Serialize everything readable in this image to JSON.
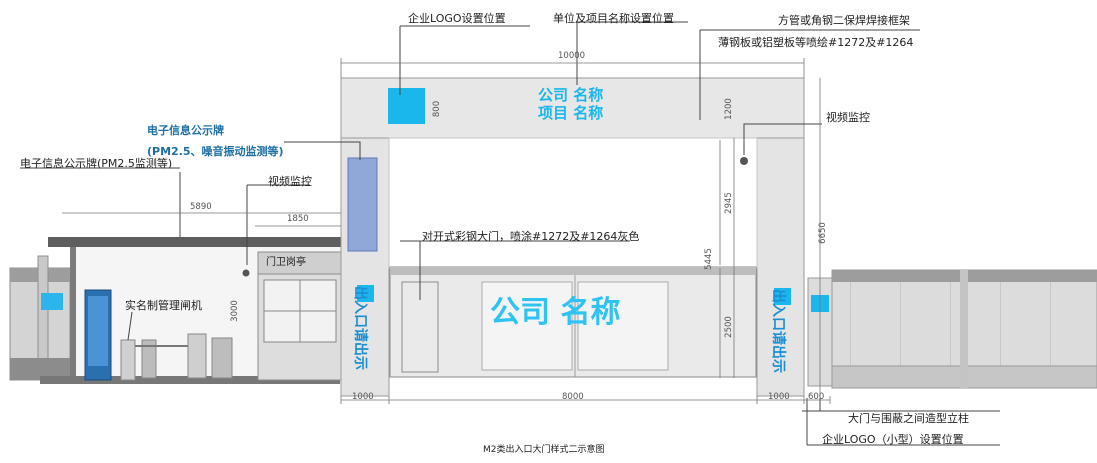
{
  "labels": {
    "logo_position": "企业LOGO设置位置",
    "name_position": "单位及项目名称设置位置",
    "frame_line1": "方管或角钢二保焊焊接框架",
    "frame_line2": "薄钢板或铝塑板等喷绘#1272及#1264",
    "board_title": "电子信息公示牌",
    "board_sub": "(PM2.5、噪音振动监测等)",
    "board_left": "电子信息公示牌(PM2.5监测等)",
    "camera_left": "视频监控",
    "camera_right": "视频监控",
    "gate_desc": "对开式彩钢大门，喷涂#1272及#1264灰色",
    "turnstile": "实名制管理闸机",
    "guard_room": "门卫岗亭",
    "pillar_note": "大门与围蔽之间造型立柱",
    "small_logo": "企业LOGO（小型）设置位置",
    "caption": "M2类出入口大门样式二示意图"
  },
  "signs": {
    "beam_line1": "公司 名称",
    "beam_line2": "项目 名称",
    "gate_text": "公司 名称",
    "pillar_left": "出入口请出示",
    "pillar_right": "出入口请出示"
  },
  "dimensions": {
    "beam_width": "10000",
    "logo_height": "800",
    "beam_height": "1200",
    "shed_width": "5890",
    "guard_width": "1850",
    "pillar_height": "6650",
    "gate_opening": "5445",
    "upper_gap": "2945",
    "gate_height": "2500",
    "guard_height": "3000",
    "pillar_width_left": "1000",
    "gate_width": "8000",
    "pillar_width_right": "1000",
    "post_width": "600"
  },
  "colors": {
    "frame": "#e6e6e6",
    "frame_stroke": "#9a9a9a",
    "accent_blue": "#19b7ec",
    "board_blue": "#8fa8d8",
    "label_blue": "#1f6fa5",
    "fence": "#a5a5a5"
  }
}
